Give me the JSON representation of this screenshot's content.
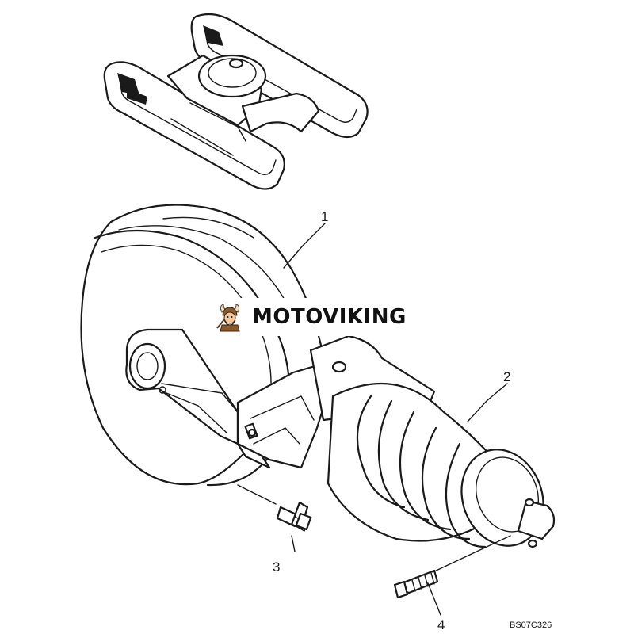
{
  "diagram": {
    "callouts": [
      {
        "id": "1",
        "label": "1"
      },
      {
        "id": "2",
        "label": "2"
      },
      {
        "id": "3",
        "label": "3"
      },
      {
        "id": "4",
        "label": "4"
      }
    ],
    "reference_code": "BS07C326"
  },
  "watermark": {
    "text": "MOTOVIKING",
    "icon": "viking-mascot-icon",
    "colors": {
      "text": "#111111",
      "accent": "#c0392b",
      "helmet": "#8b5a2b"
    }
  },
  "colors": {
    "line": "#1a1a1a",
    "background": "#ffffff"
  }
}
